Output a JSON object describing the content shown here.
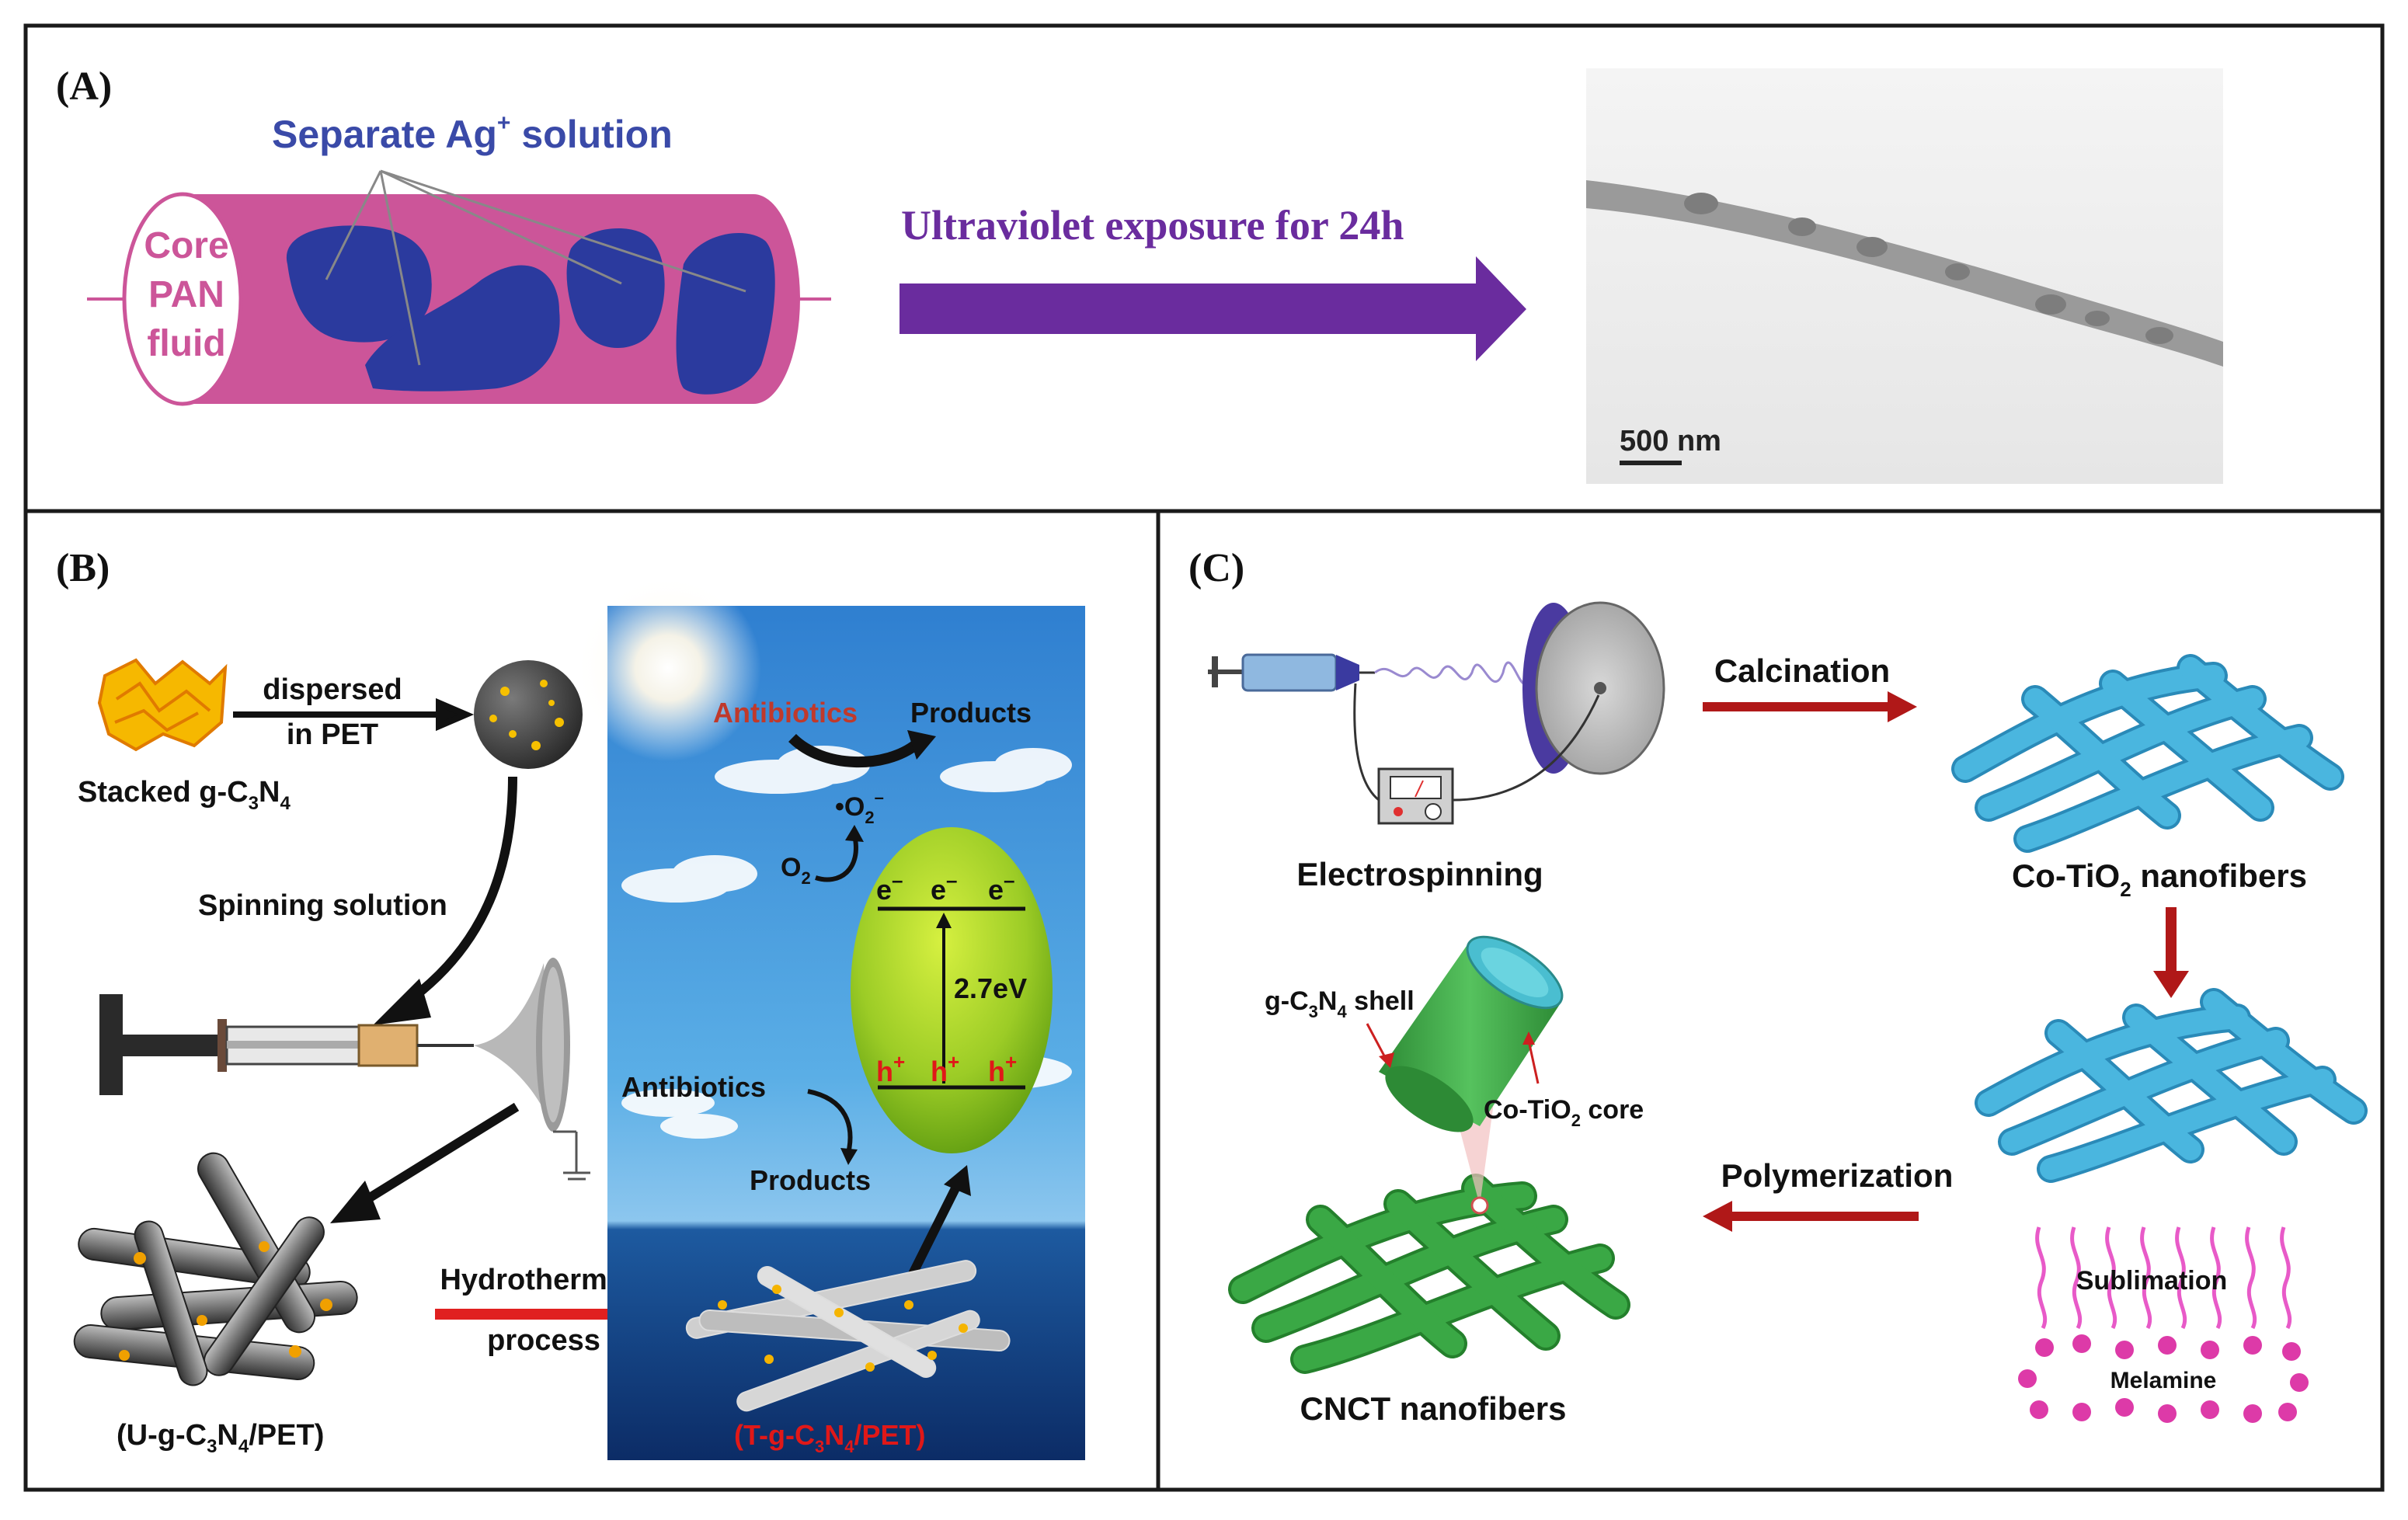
{
  "panels": {
    "a": {
      "label": "(A)",
      "separate_label": "Separate Ag",
      "separate_sup": "+",
      "separate_tail": " solution",
      "core_lines": [
        "Core",
        "PAN",
        "fluid"
      ],
      "uv_label": "Ultraviolet exposure for 24h",
      "scale_bar": "500 nm"
    },
    "b": {
      "label": "(B)",
      "stacked": {
        "pre": "Stacked g-C",
        "sub1": "3",
        "mid": "N",
        "sub2": "4"
      },
      "dispersed_1": "dispersed",
      "dispersed_2": "in PET",
      "spinning": "Spinning solution",
      "hydro_1": "Hydrothermal",
      "hydro_2": "process",
      "u_label": {
        "pre": "(U-g-C",
        "sub1": "3",
        "mid": "N",
        "sub2": "4",
        "post": "/PET)"
      },
      "t_label": {
        "pre": "(T-g-C",
        "sub1": "3",
        "mid": "N",
        "sub2": "4",
        "post": "/PET)"
      },
      "antibiotics_top": "Antibiotics",
      "products_top": "Products",
      "o2_radical": "•O",
      "o2_radical_sub": "2",
      "o2_radical_sup": "–",
      "o2": "O",
      "o2_sub": "2",
      "electron": "e",
      "electron_sup": "–",
      "hole": "h",
      "hole_sup": "+",
      "band_gap": "2.7eV",
      "antibiotics_bottom": "Antibiotics",
      "products_bottom": "Products"
    },
    "c": {
      "label": "(C)",
      "electrospinning": "Electrospinning",
      "calcination": "Calcination",
      "co_tio2": {
        "pre": "Co-TiO",
        "sub": "2",
        "post": " nanofibers"
      },
      "shell": {
        "pre": "g-C",
        "sub1": "3",
        "mid": "N",
        "sub2": "4",
        "post": " shell"
      },
      "core": {
        "pre": "Co-TiO",
        "sub": "2",
        "post": " core"
      },
      "polymerization": "Polymerization",
      "sublimation": "Sublimation",
      "melamine": "Melamine",
      "cnct": "CNCT nanofibers"
    }
  },
  "colors": {
    "border": "#1a1a1a",
    "pan_tube": "#cc5599",
    "ag_blob": "#2b3a9e",
    "label_blue": "#3a4aa8",
    "uv_purple": "#6a2c9e",
    "red_arrow": "#b01818",
    "fiber_blue": "#4ab6df",
    "fiber_green": "#3aa845",
    "melamine_pink": "#dd3aa8",
    "gap_green": "#a8d82a"
  },
  "icons": [
    "syringe-icon",
    "collector-drum-icon",
    "power-supply-icon",
    "sun-icon",
    "g-c3n4-flake-icon",
    "pet-sphere-icon",
    "cone-icon"
  ]
}
